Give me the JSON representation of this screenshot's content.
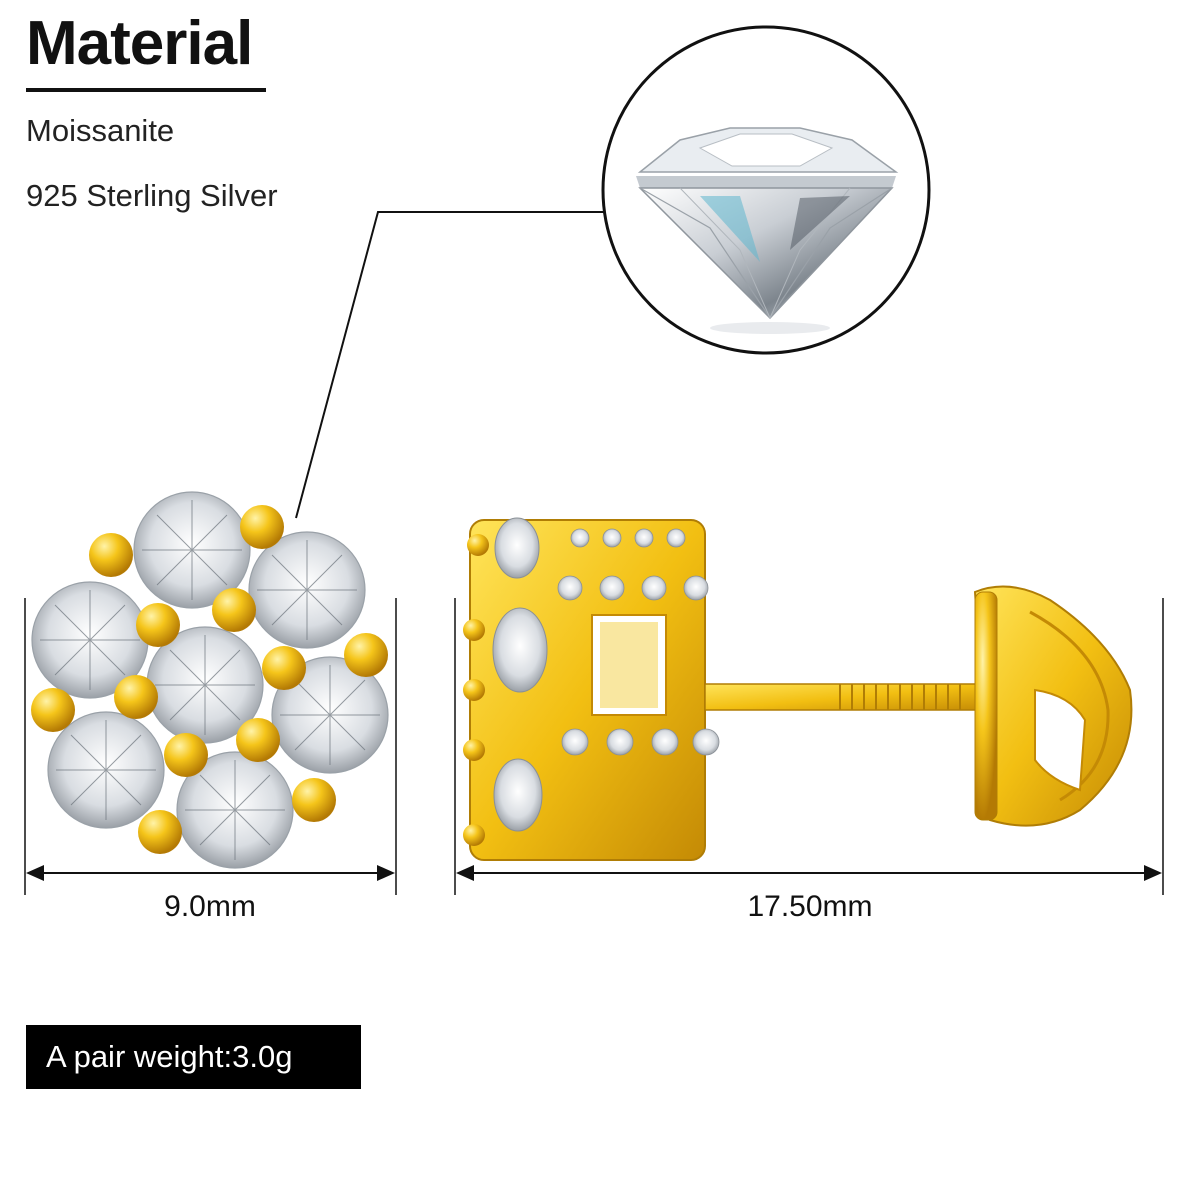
{
  "header": {
    "title": "Material",
    "materials": [
      "Moissanite",
      "925 Sterling Silver"
    ]
  },
  "dimensions": {
    "width_label": "9.0mm",
    "length_label": "17.50mm"
  },
  "weight_label": "A pair weight:3.0g",
  "colors": {
    "gold": "#f2c316",
    "gold_dark": "#c98f06",
    "stone": "#eef0f2",
    "text": "#111111",
    "badge_bg": "#000000"
  },
  "icons": [
    "moissanite-gem-illustration",
    "flower-cluster-earring-front",
    "earring-side-with-screw-back"
  ]
}
